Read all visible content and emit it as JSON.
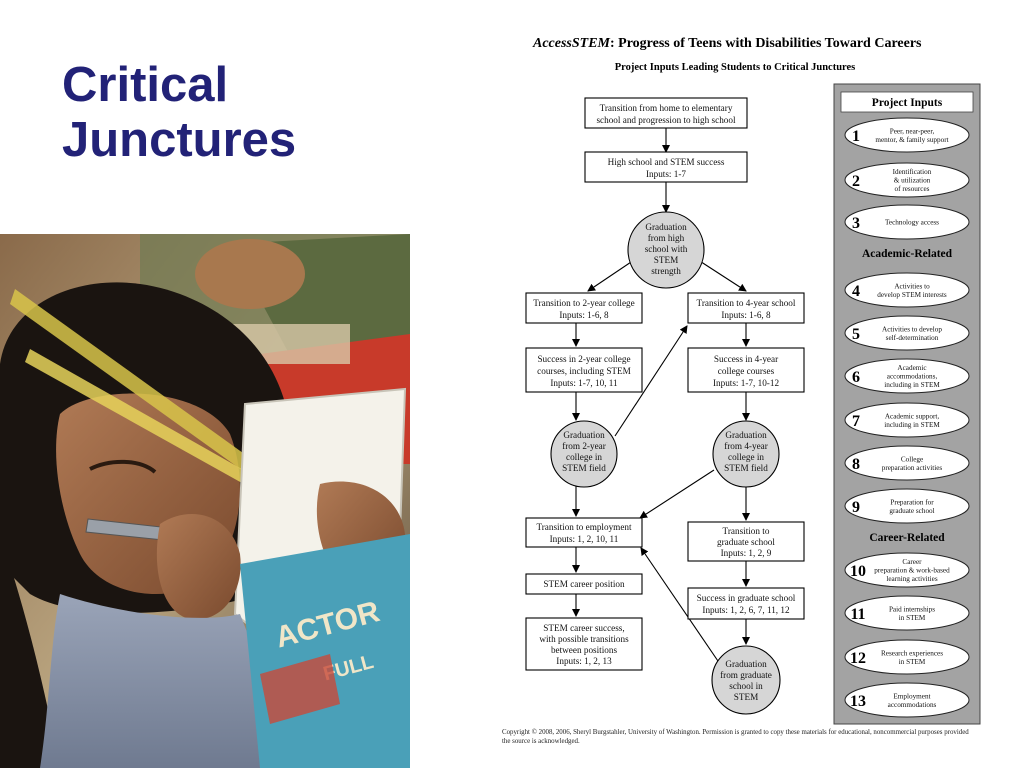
{
  "slide": {
    "title_lines": [
      "Critical",
      "Junctures"
    ]
  },
  "photo": {
    "shirt_text": "ACTOR",
    "shirt_text_2": "FULL"
  },
  "diagram": {
    "title_brand": "AccessSTEM",
    "title_rest": ": Progress of Teens with Disabilities Toward Careers",
    "subtitle": "Project Inputs Leading Students to Critical Junctures",
    "nodes": {
      "n1": [
        "Transition from home to elementary",
        "school and progression to high school"
      ],
      "n2": [
        "High school and STEM success",
        "Inputs: 1-7"
      ],
      "n3": [
        "Graduation",
        "from high",
        "school with",
        "STEM",
        "strength"
      ],
      "n4": [
        "Transition to 2-year college",
        "Inputs: 1-6, 8"
      ],
      "n5": [
        "Transition to 4-year school",
        "Inputs: 1-6, 8"
      ],
      "n6": [
        "Success in 2-year college",
        "courses, including STEM",
        "Inputs: 1-7, 10, 11"
      ],
      "n7": [
        "Success in 4-year",
        "college courses",
        "Inputs: 1-7, 10-12"
      ],
      "n8": [
        "Graduation",
        "from 2-year",
        "college in",
        "STEM field"
      ],
      "n9": [
        "Graduation",
        "from 4-year",
        "college in",
        "STEM field"
      ],
      "n10": [
        "Transition to employment",
        "Inputs: 1, 2, 10, 11"
      ],
      "n11": [
        "Transition to",
        "graduate school",
        "Inputs: 1, 2, 9"
      ],
      "n12": [
        "STEM career position"
      ],
      "n13": [
        "Success in graduate school",
        "Inputs: 1, 2, 6, 7, 11, 12"
      ],
      "n14": [
        "STEM career success,",
        "with possible transitions",
        "between positions",
        "Inputs: 1, 2, 13"
      ],
      "n15": [
        "Graduation",
        "from graduate",
        "school in",
        "STEM"
      ]
    },
    "panel_heading": "Project Inputs",
    "section_academic": "Academic-Related",
    "section_career": "Career-Related",
    "inputs": [
      {
        "num": "1",
        "lines": [
          "Peer, near-peer,",
          "mentor, & family support"
        ]
      },
      {
        "num": "2",
        "lines": [
          "Identification",
          "& utilization",
          "of resources"
        ]
      },
      {
        "num": "3",
        "lines": [
          "Technology access"
        ]
      },
      {
        "num": "4",
        "lines": [
          "Activities to",
          "develop STEM interests"
        ]
      },
      {
        "num": "5",
        "lines": [
          "Activities to develop",
          "self-determination"
        ]
      },
      {
        "num": "6",
        "lines": [
          "Academic",
          "accommodations,",
          "including in STEM"
        ]
      },
      {
        "num": "7",
        "lines": [
          "Academic support,",
          "including in STEM"
        ]
      },
      {
        "num": "8",
        "lines": [
          "College",
          "preparation activities"
        ]
      },
      {
        "num": "9",
        "lines": [
          "Preparation for",
          "graduate school"
        ]
      },
      {
        "num": "10",
        "lines": [
          "Career",
          "preparation & work-based",
          "learning activities"
        ]
      },
      {
        "num": "11",
        "lines": [
          "Paid internships",
          "in STEM"
        ]
      },
      {
        "num": "12",
        "lines": [
          "Research experiences",
          "in STEM"
        ]
      },
      {
        "num": "13",
        "lines": [
          "Employment",
          "accommodations"
        ]
      }
    ],
    "copyright": "Copyright © 2008, 2006, Sheryl Burgstahler, University of Washington. Permission is granted to copy these materials for educational, noncommercial purposes provided the source is acknowledged."
  }
}
